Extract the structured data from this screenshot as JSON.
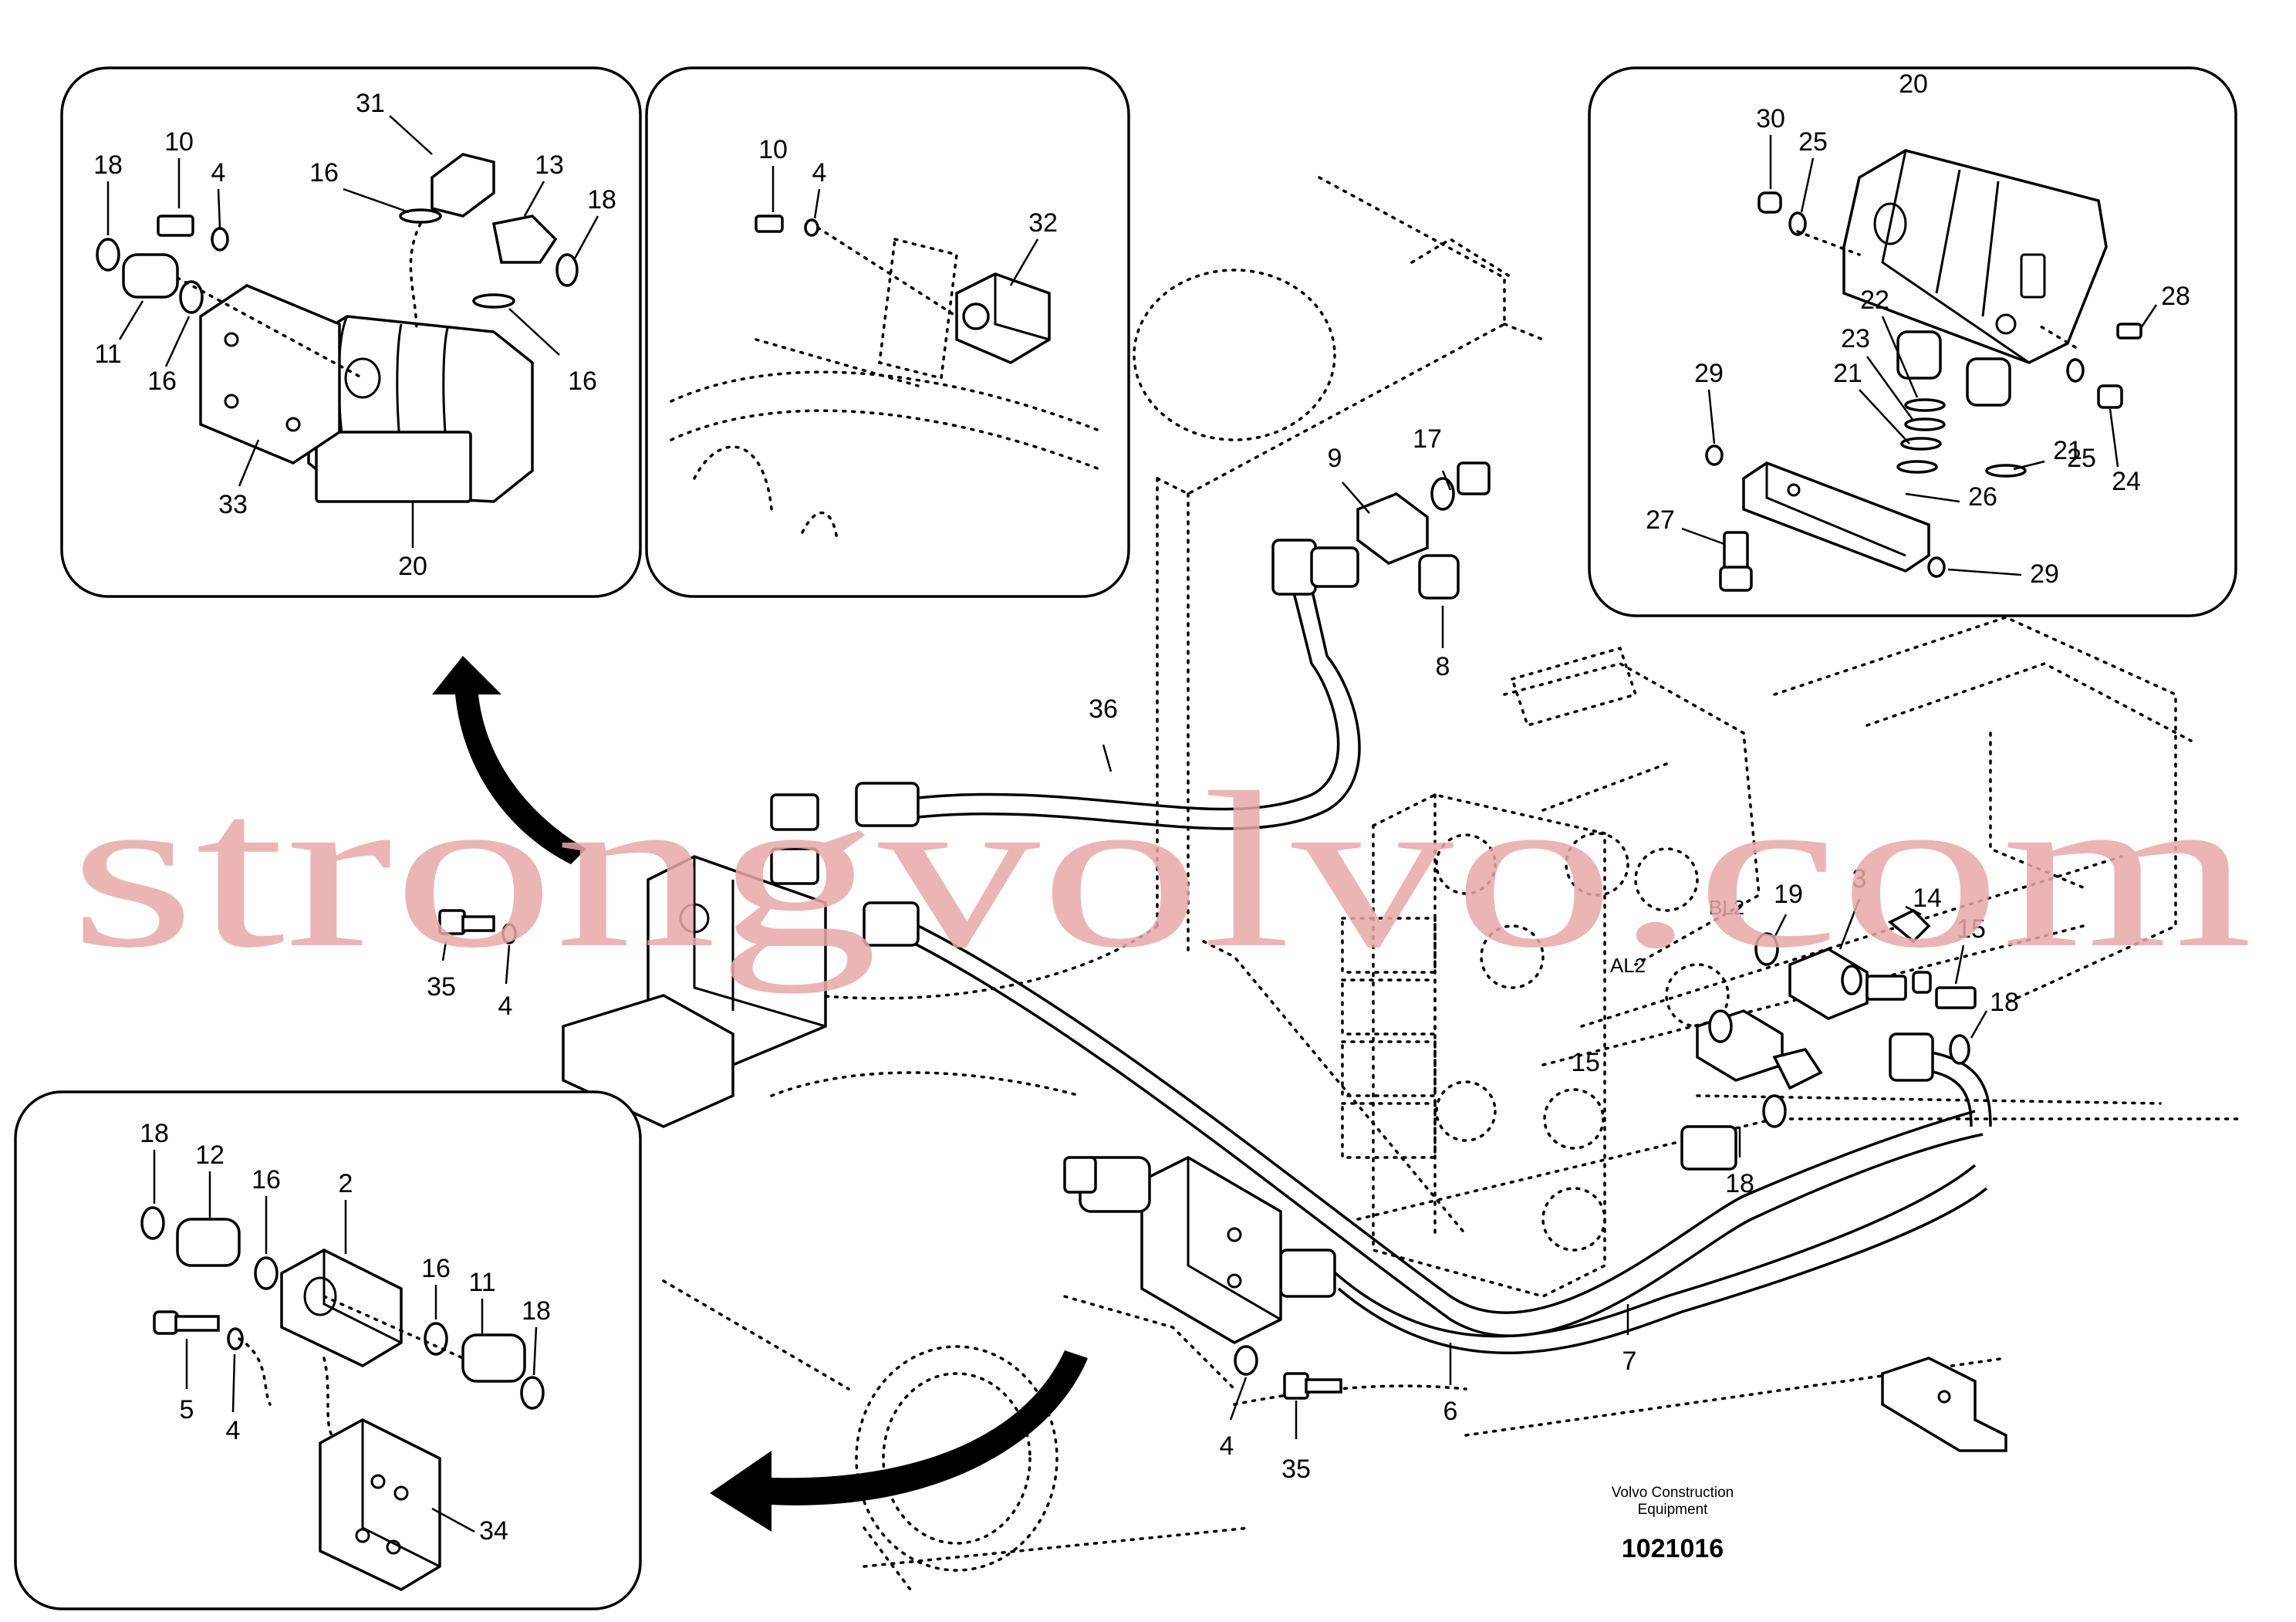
{
  "watermark": "strongvolvo.com",
  "footer": {
    "company_line1": "Volvo Construction",
    "company_line2": "Equipment",
    "drawing_number": "1021016"
  },
  "port_labels": [
    "BL2",
    "AL2"
  ],
  "callouts": {
    "inset_top_left": [
      "31",
      "10",
      "4",
      "13",
      "18",
      "16",
      "18",
      "11",
      "16",
      "16",
      "33",
      "20"
    ],
    "inset_top_middle": [
      "10",
      "4",
      "32"
    ],
    "inset_top_right": [
      "20",
      "30",
      "25",
      "28",
      "22",
      "23",
      "29",
      "21",
      "21",
      "25",
      "24",
      "26",
      "27",
      "29"
    ],
    "inset_bottom_left": [
      "18",
      "12",
      "16",
      "2",
      "16",
      "11",
      "18",
      "5",
      "4",
      "34"
    ],
    "main": [
      "17",
      "9",
      "8",
      "36",
      "35",
      "4",
      "19",
      "3",
      "14",
      "15",
      "18",
      "15",
      "18",
      "7",
      "6",
      "4",
      "35"
    ]
  }
}
